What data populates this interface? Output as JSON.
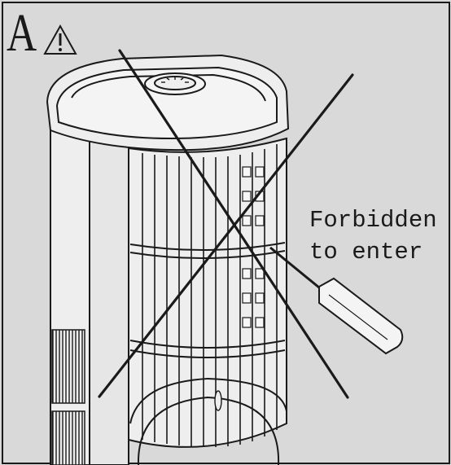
{
  "panel": {
    "letter": "A",
    "warning_icon": "warning-triangle-icon"
  },
  "caption": {
    "line1": "Forbidden",
    "line2": "to enter"
  },
  "colors": {
    "background": "#d9d9d9",
    "ink": "#1a1a1a",
    "device_face": "#eeeeee"
  }
}
